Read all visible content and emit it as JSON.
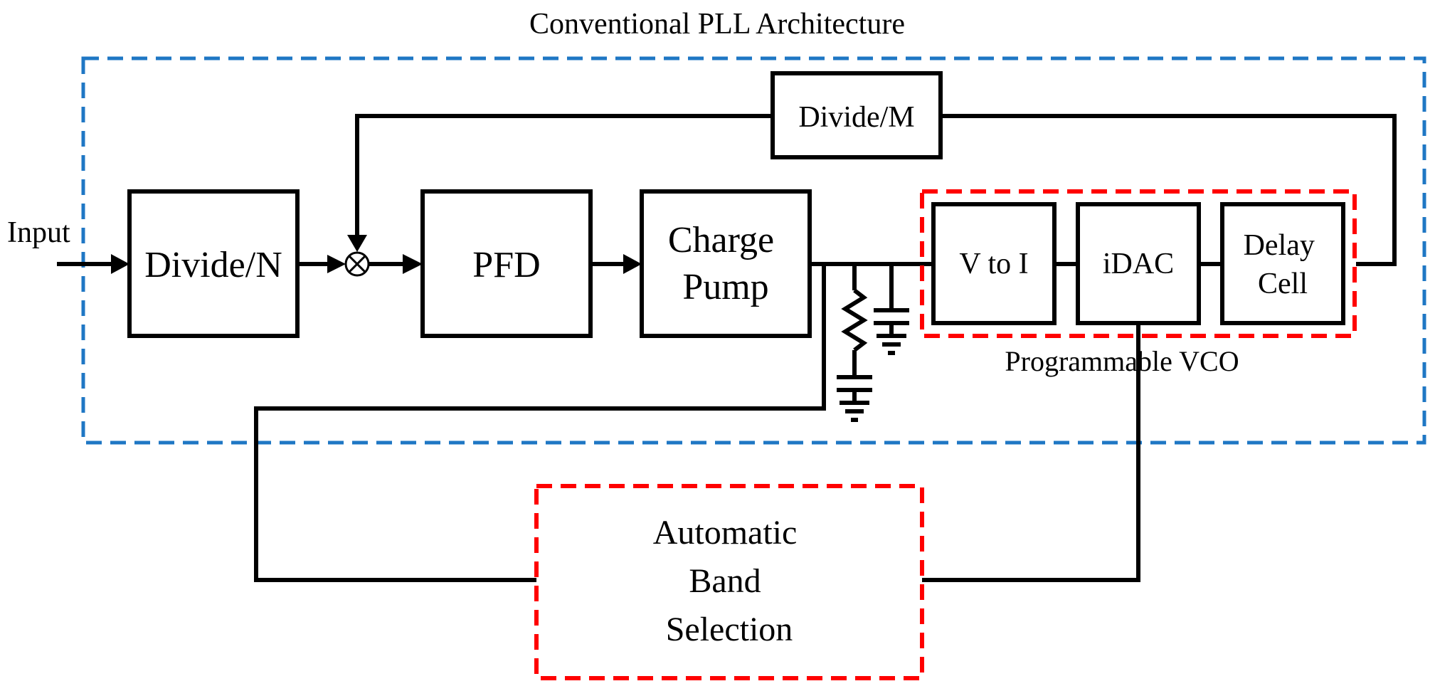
{
  "pll_title": "Conventional PLL Architecture",
  "input_label": "Input",
  "divide_m": "Divide/M",
  "divide_n": "Divide/N",
  "pfd": "PFD",
  "charge_pump": [
    "Charge",
    "Pump"
  ],
  "vco_label": "Programmable VCO",
  "v_to_i": "V to I",
  "idac": "iDAC",
  "delay_cell": [
    "Delay",
    "Cell"
  ],
  "abs": [
    "Automatic",
    "Band",
    "Selection"
  ],
  "colors": {
    "pll_border": "#1f77c4",
    "highlight_border": "#ff0000",
    "lines": "#000000"
  }
}
